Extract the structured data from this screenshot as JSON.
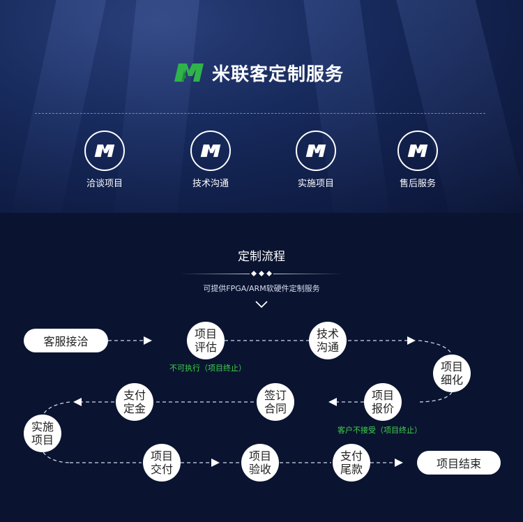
{
  "brand": {
    "name": "米联客定制服务",
    "logo_icon": "m-logo-icon",
    "logo_color": "#2fb34a"
  },
  "services": [
    {
      "label": "洽谈项目",
      "icon": "m-logo-icon"
    },
    {
      "label": "技术沟通",
      "icon": "m-logo-icon"
    },
    {
      "label": "实施项目",
      "icon": "m-logo-icon"
    },
    {
      "label": "售后服务",
      "icon": "m-logo-icon"
    }
  ],
  "flow": {
    "title": "定制流程",
    "subtitle": "可提供FPGA/ARM软硬件定制服务",
    "start": "客服接洽",
    "end": "项目结束",
    "steps": {
      "eval": [
        "项目",
        "评估"
      ],
      "tech": [
        "技术",
        "沟通"
      ],
      "refine": [
        "项目",
        "细化"
      ],
      "quote": [
        "项目",
        "报价"
      ],
      "contract": [
        "签订",
        "合同"
      ],
      "deposit": [
        "支付",
        "定金"
      ],
      "implement": [
        "实施",
        "项目"
      ],
      "deliver": [
        "项目",
        "交付"
      ],
      "accept": [
        "项目",
        "验收"
      ],
      "final": [
        "支付",
        "尾款"
      ]
    },
    "notes": {
      "eval_reject": "不可执行（项目终止）",
      "quote_reject": "客户不接受（项目终止）"
    },
    "note_color": "#3fd34a"
  }
}
